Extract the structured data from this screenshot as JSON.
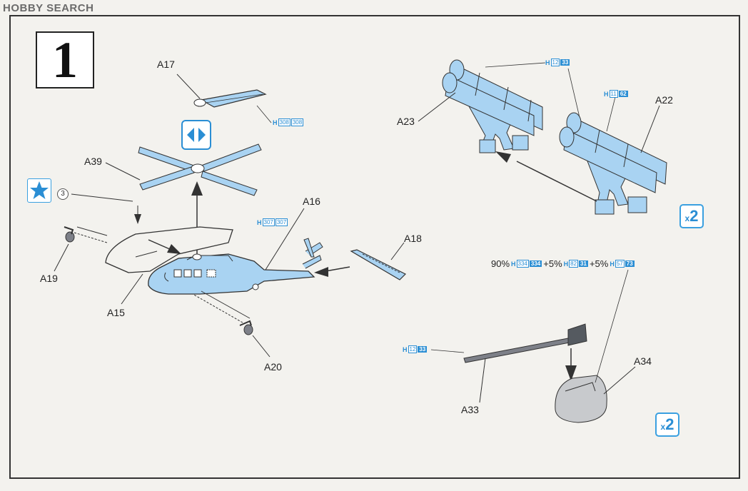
{
  "watermark": "HOBBY SEARCH",
  "step_number": "1",
  "colors": {
    "paint_blue": "#a9d3f2",
    "accent_blue": "#2a8ed4",
    "outline": "#333333"
  },
  "icons": [
    "star-icon",
    "assembly-rotate-icon"
  ],
  "callouts": {
    "a17": "A17",
    "a39": "A39",
    "a19": "A19",
    "a15": "A15",
    "a16": "A16",
    "a20": "A20",
    "a18": "A18",
    "a23": "A23",
    "a22": "A22",
    "a33": "A33",
    "a34": "A34"
  },
  "cement_note": "3",
  "paint_refs": {
    "rotor": {
      "h": "H",
      "code1": "308",
      "code2": "308"
    },
    "fuselage": {
      "h": "H",
      "code1": "307",
      "code2": "307"
    },
    "launcher_a23": {
      "h": "H",
      "code1": "12",
      "code2": "33"
    },
    "launcher_a22": {
      "h": "H",
      "code1": "11",
      "code2": "62"
    },
    "barrel": {
      "h": "H",
      "code1": "12",
      "code2": "33"
    }
  },
  "mix_formula": {
    "p1": "90%",
    "c1a": "334",
    "c1b": "334",
    "p2": "+5%",
    "c2a": "82",
    "c2b": "31",
    "p3": "+5%",
    "c3a": "57",
    "c3b": "73"
  },
  "qty_launcher": "2",
  "qty_turret": "2"
}
